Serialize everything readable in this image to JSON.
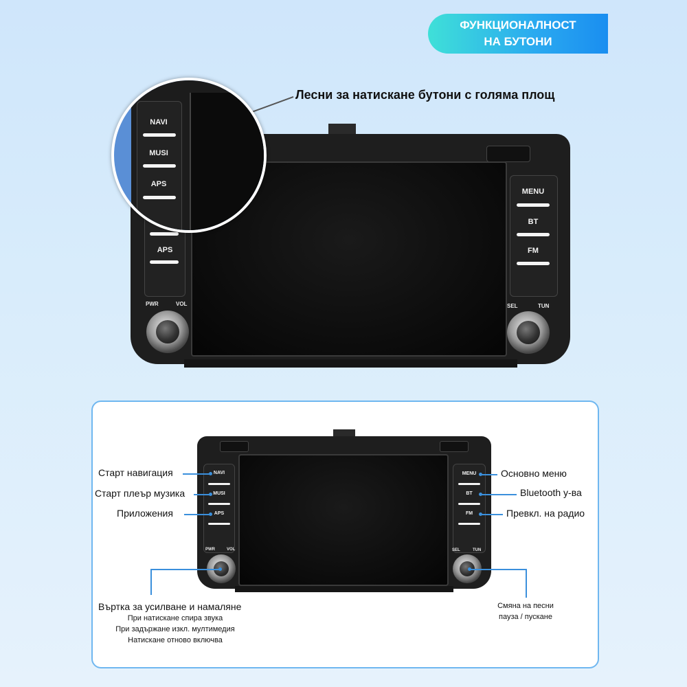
{
  "badge": {
    "line1": "ФУНКЦИОНАЛНОСТ",
    "line2": "НА БУТОНИ"
  },
  "headline": "Лесни за натискане бутони с голяма площ",
  "radio": {
    "left_buttons": [
      "NAVI",
      "MUSI",
      "APS"
    ],
    "right_buttons": [
      "MENU",
      "BT",
      "FM"
    ],
    "pwr": "PWR",
    "vol": "VOL",
    "sel": "SEL",
    "tun": "TUN"
  },
  "callouts": {
    "navi": "Старт навигация",
    "music": "Старт плеър музика",
    "apps": "Приложения",
    "menu": "Основно меню",
    "bt": "Bluetooth у-ва",
    "fm": "Превкл. на радио",
    "vol_title": "Въртка за усилване и намаляне",
    "vol_lines": [
      "При натискане спира звука",
      "При задържане изкл. мултимедия",
      "Натискане отново включва"
    ],
    "tun_lines": [
      "Смяна на песни",
      "пауза / пускане"
    ]
  },
  "colors": {
    "accent": "#3a8fdc",
    "badge_start": "#3fe0d8",
    "badge_end": "#1a8ef0"
  }
}
